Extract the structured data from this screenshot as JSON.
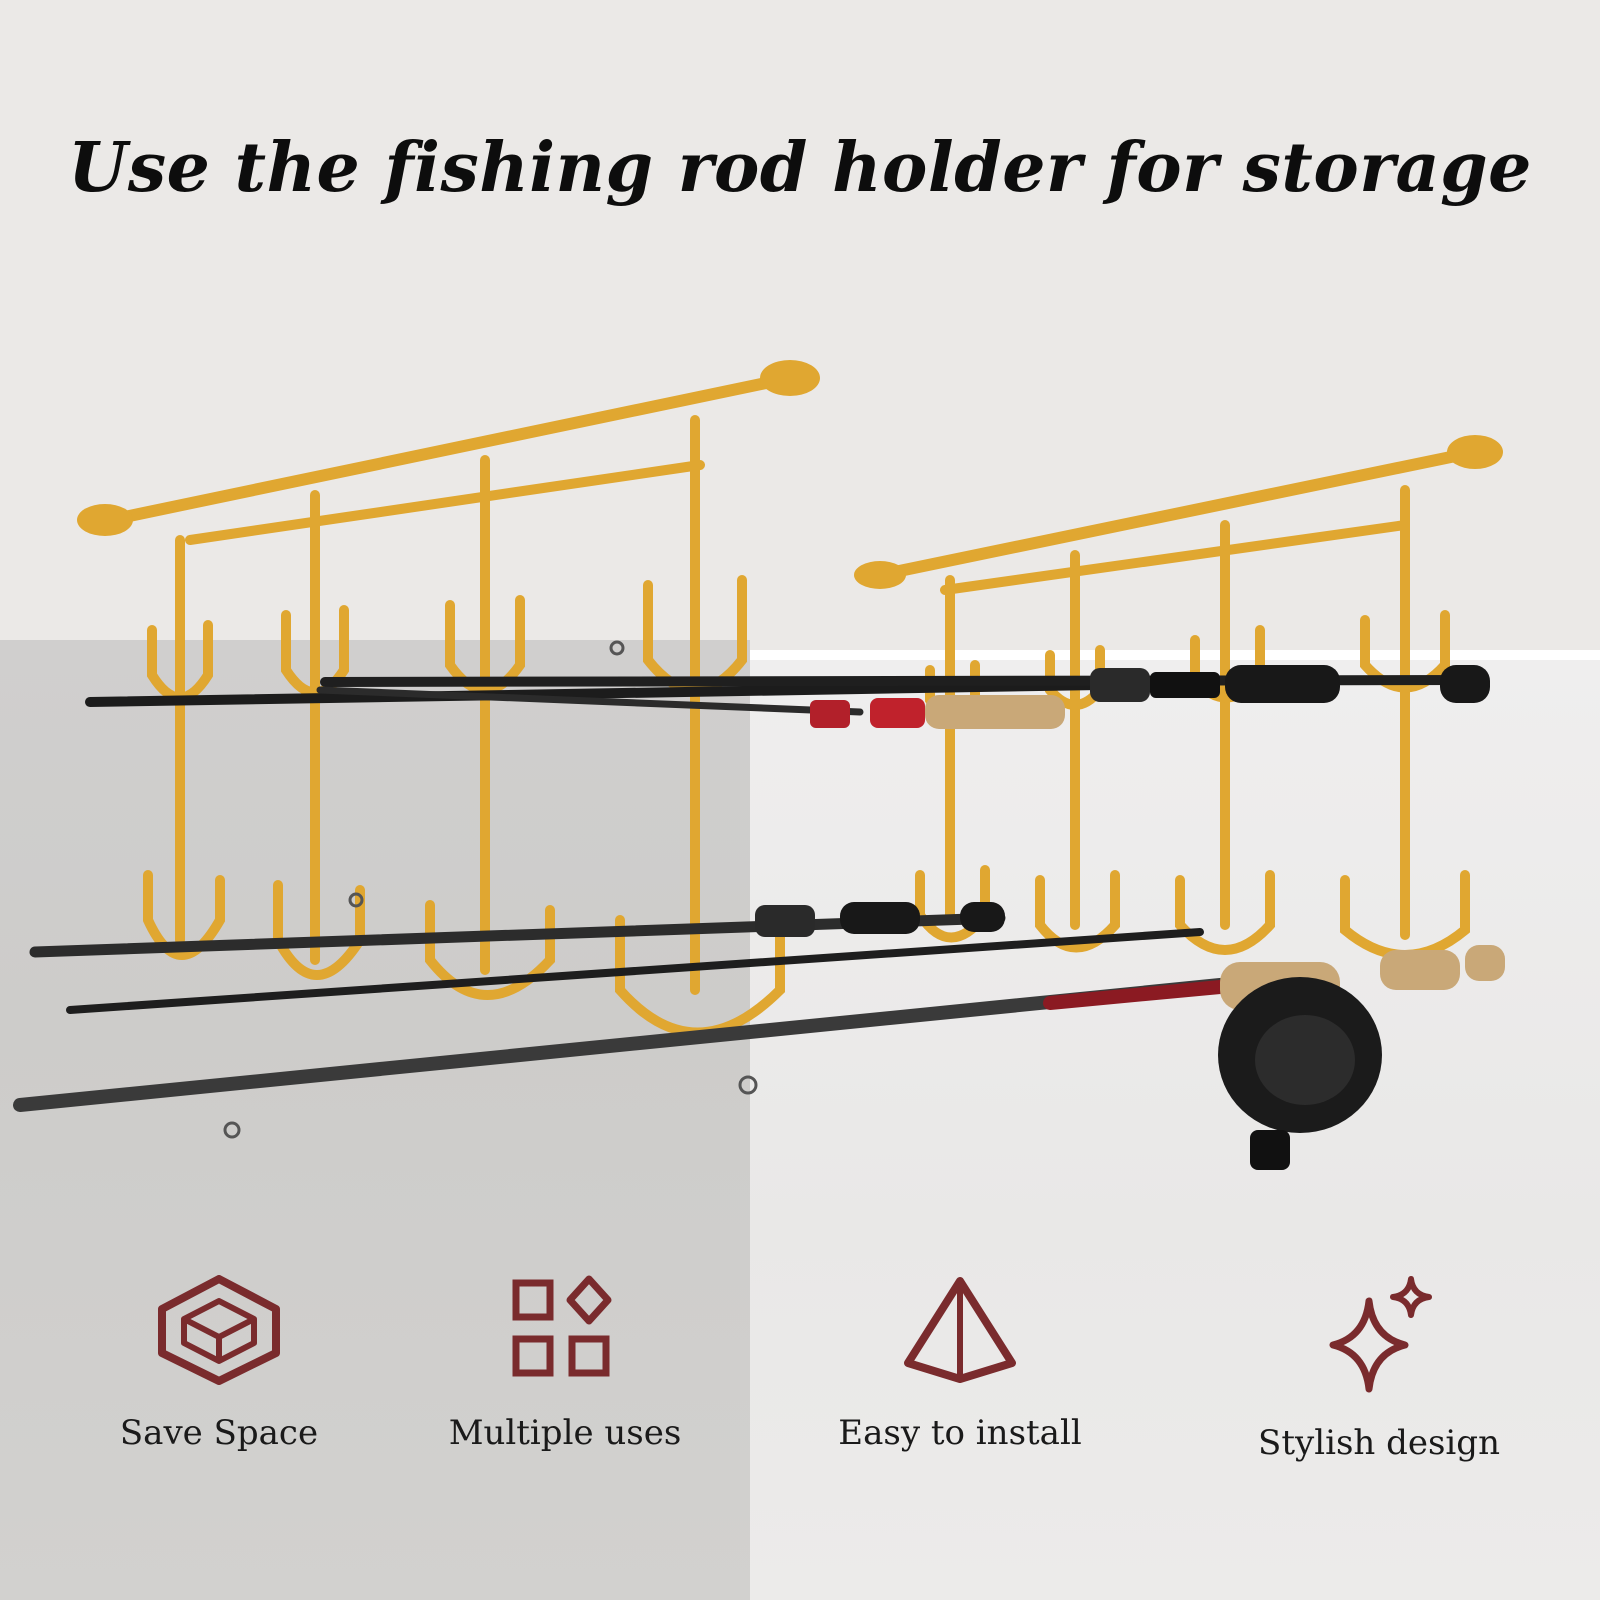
{
  "headline": "Use the fishing rod holder for storage",
  "colors": {
    "rack": "#e0a731",
    "rod": "#1c1c1c",
    "icon": "#7a2b2d",
    "wall_top": "#ebe9e7",
    "wall_left": "#cfcecc",
    "wall_right": "#eeedec"
  },
  "features": [
    {
      "icon": "cube-in-box-icon",
      "label": "Save Space"
    },
    {
      "icon": "grid-diamond-icon",
      "label": "Multiple uses"
    },
    {
      "icon": "pyramid-icon",
      "label": "Easy to install"
    },
    {
      "icon": "sparkle-icon",
      "label": "Stylish design"
    }
  ]
}
